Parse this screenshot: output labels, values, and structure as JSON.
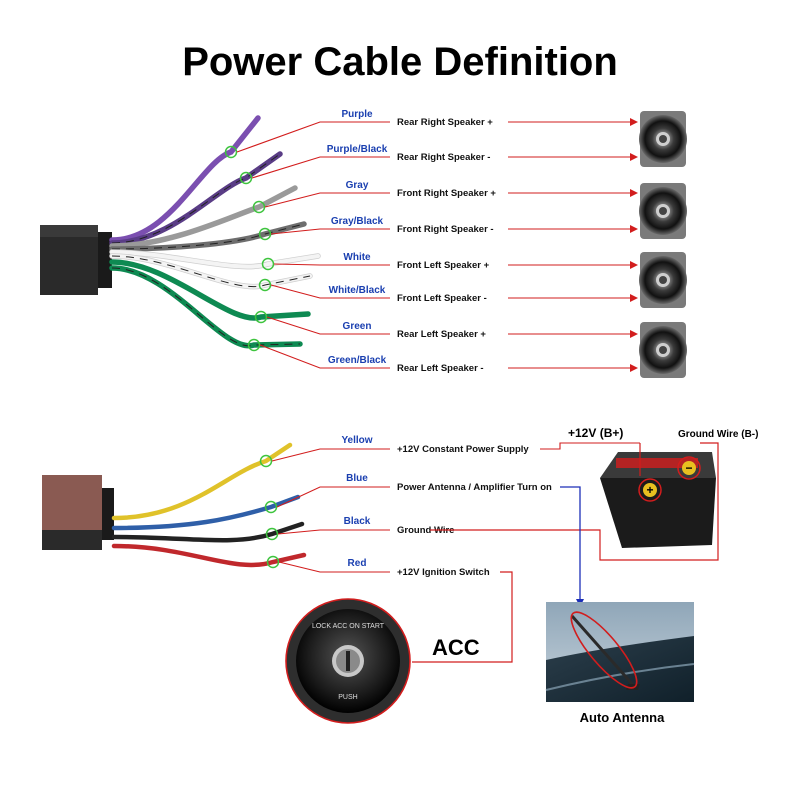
{
  "title": "Power Cable Definition",
  "colors": {
    "purple": "#7b4fb0",
    "purple_black": "#5a3d86",
    "gray": "#9a9a9a",
    "gray_black": "#6e6e6e",
    "white": "#f4f4f4",
    "green": "#0e8a52",
    "yellow": "#e0c22a",
    "blue": "#2f5fa8",
    "black": "#222222",
    "red": "#c0282c",
    "arrow_red": "#d21d1d",
    "arrow_blue": "#1c2fb8",
    "label_blue": "#1a3fb0",
    "ring_green": "#3ec43e"
  },
  "speaker_wires": [
    {
      "color": "Purple",
      "function": "Rear Right Speaker +"
    },
    {
      "color": "Purple/Black",
      "function": "Rear Right Speaker -"
    },
    {
      "color": "Gray",
      "function": "Front Right Speaker +"
    },
    {
      "color": "Gray/Black",
      "function": "Front Right Speaker -"
    },
    {
      "color": "White",
      "function": "Front Left Speaker +"
    },
    {
      "color": "White/Black",
      "function": "Front Left Speaker -"
    },
    {
      "color": "Green",
      "function": "Rear Left Speaker +"
    },
    {
      "color": "Green/Black",
      "function": "Rear Left Speaker -"
    }
  ],
  "power_wires": [
    {
      "color": "Yellow",
      "function": "+12V Constant Power Supply"
    },
    {
      "color": "Blue",
      "function": "Power Antenna / Amplifier Turn on"
    },
    {
      "color": "Black",
      "function": "Ground Wire"
    },
    {
      "color": "Red",
      "function": "+12V  Ignition Switch"
    }
  ],
  "battery": {
    "positive_label": "+12V  (B+)",
    "ground_label": "Ground Wire (B-)"
  },
  "ignition": {
    "label": "ACC",
    "key_text_top": "LOCK  ACC  ON  START",
    "key_text_bottom": "PUSH"
  },
  "antenna": {
    "label": "Auto Antenna"
  }
}
